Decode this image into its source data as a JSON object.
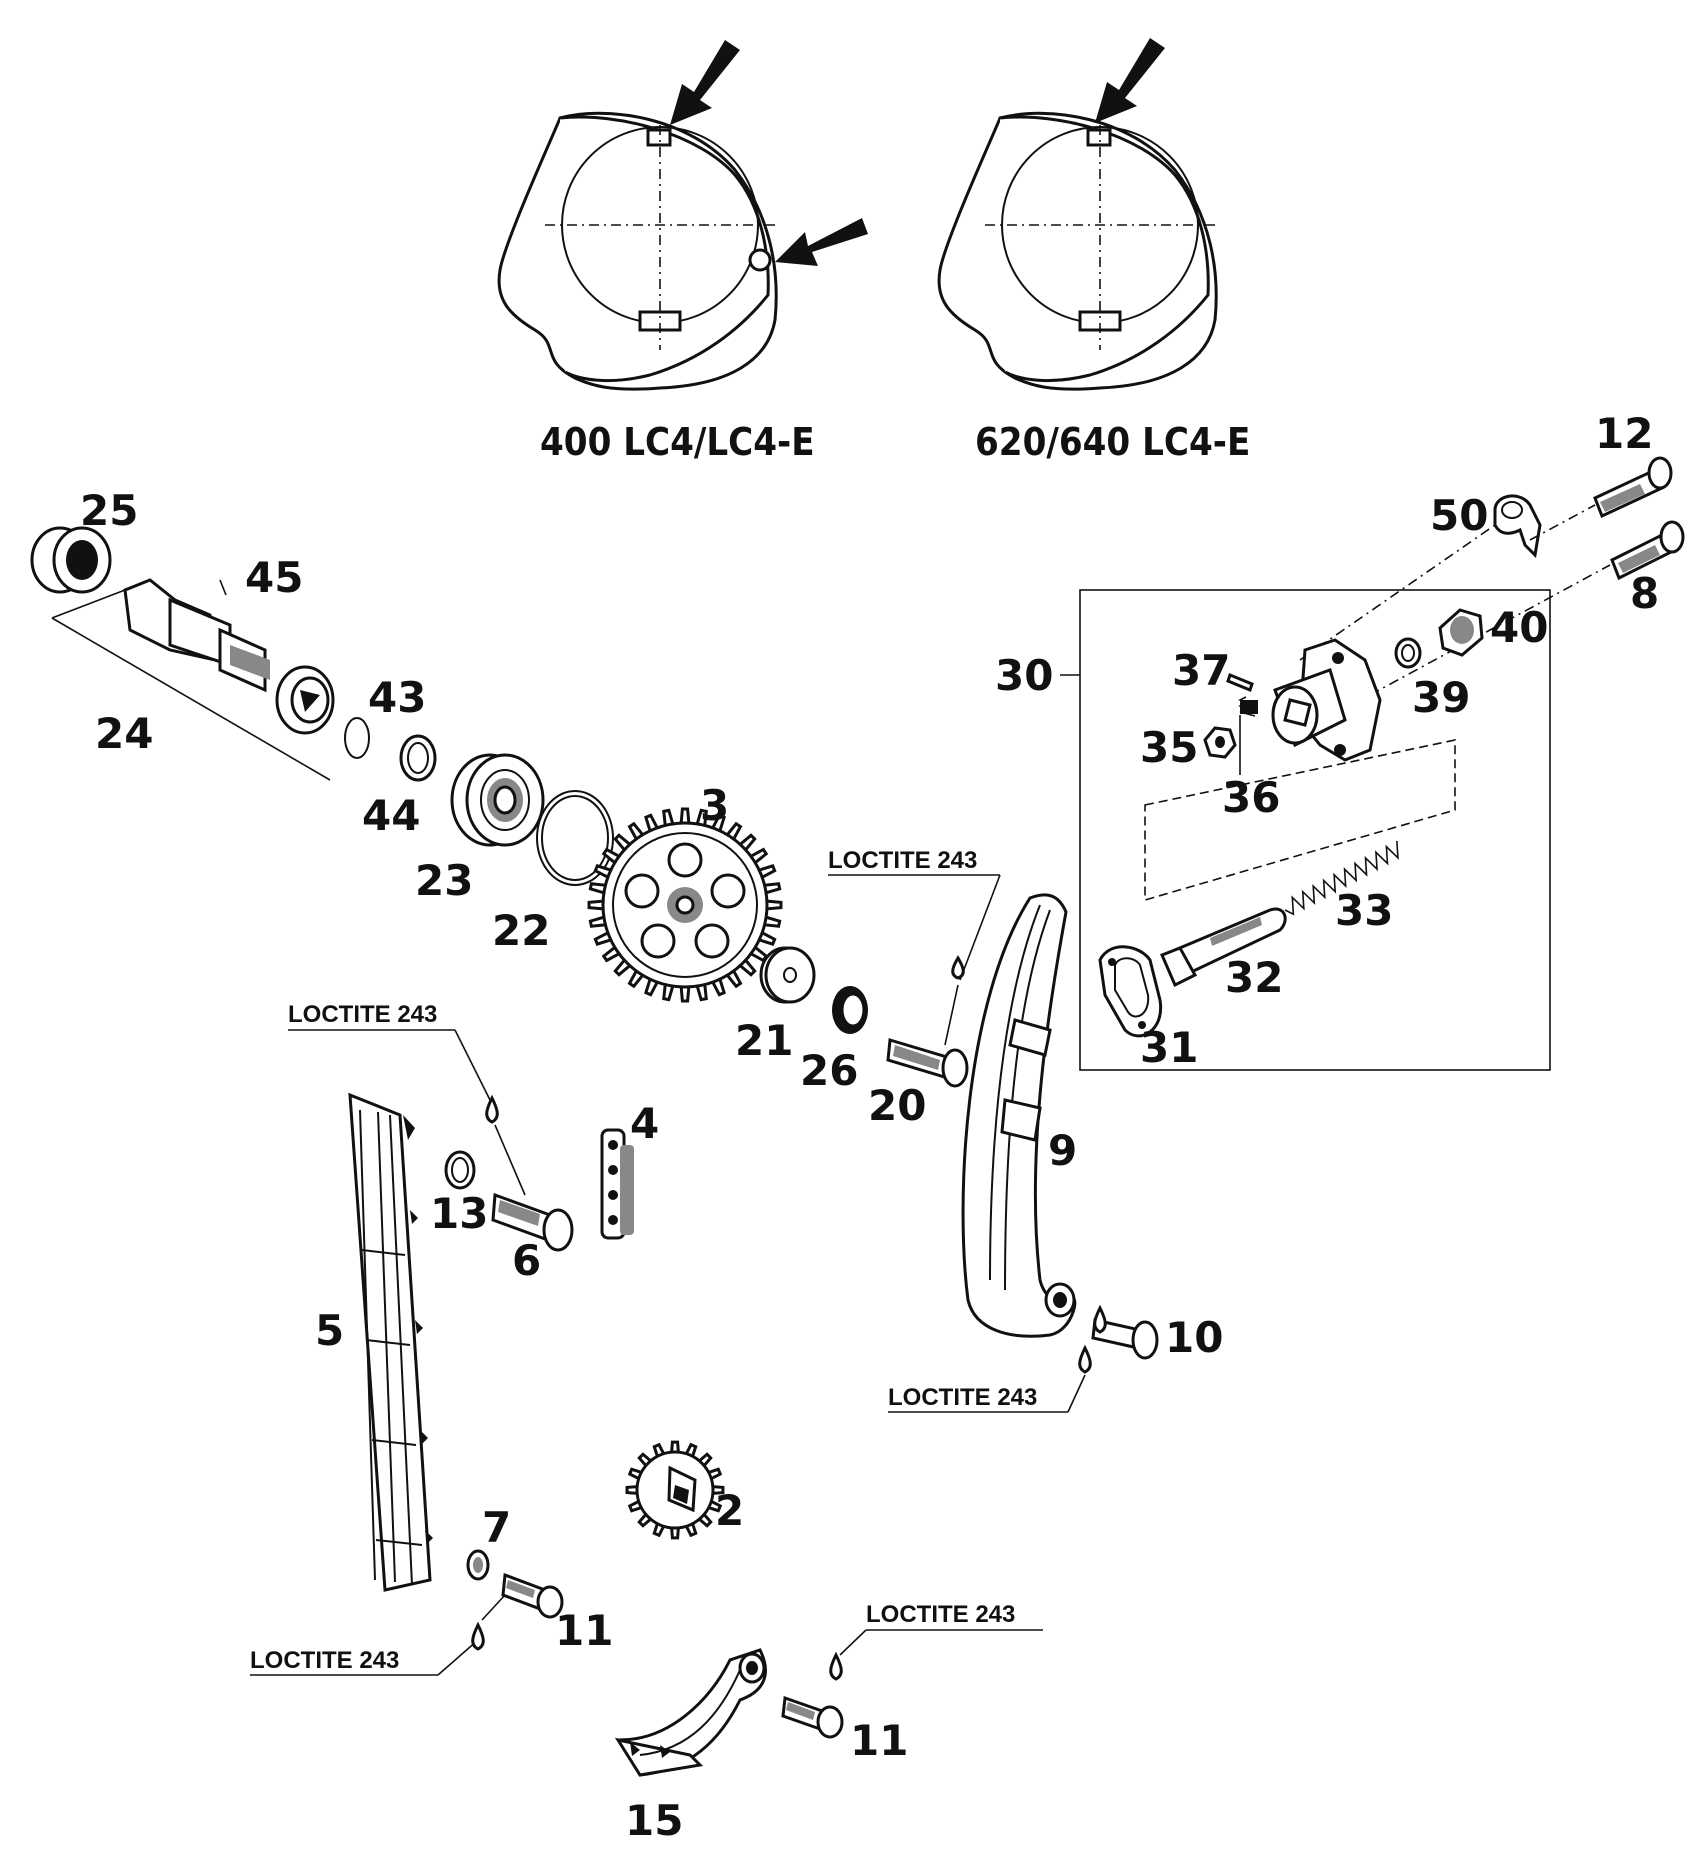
{
  "variants": {
    "left_label": "400 LC4/LC4-E",
    "right_label": "620/640 LC4-E"
  },
  "loctite_label": "LOCTITE 243",
  "callouts": {
    "p2": "2",
    "p3": "3",
    "p4": "4",
    "p5": "5",
    "p6": "6",
    "p7": "7",
    "p8": "8",
    "p9": "9",
    "p10": "10",
    "p11a": "11",
    "p11b": "11",
    "p12": "12",
    "p13": "13",
    "p15": "15",
    "p20": "20",
    "p21": "21",
    "p22": "22",
    "p23": "23",
    "p24": "24",
    "p25": "25",
    "p26": "26",
    "p30": "30",
    "p31": "31",
    "p32": "32",
    "p33": "33",
    "p35": "35",
    "p36": "36",
    "p37": "37",
    "p39": "39",
    "p40": "40",
    "p43": "43",
    "p44": "44",
    "p45": "45",
    "p50": "50"
  }
}
